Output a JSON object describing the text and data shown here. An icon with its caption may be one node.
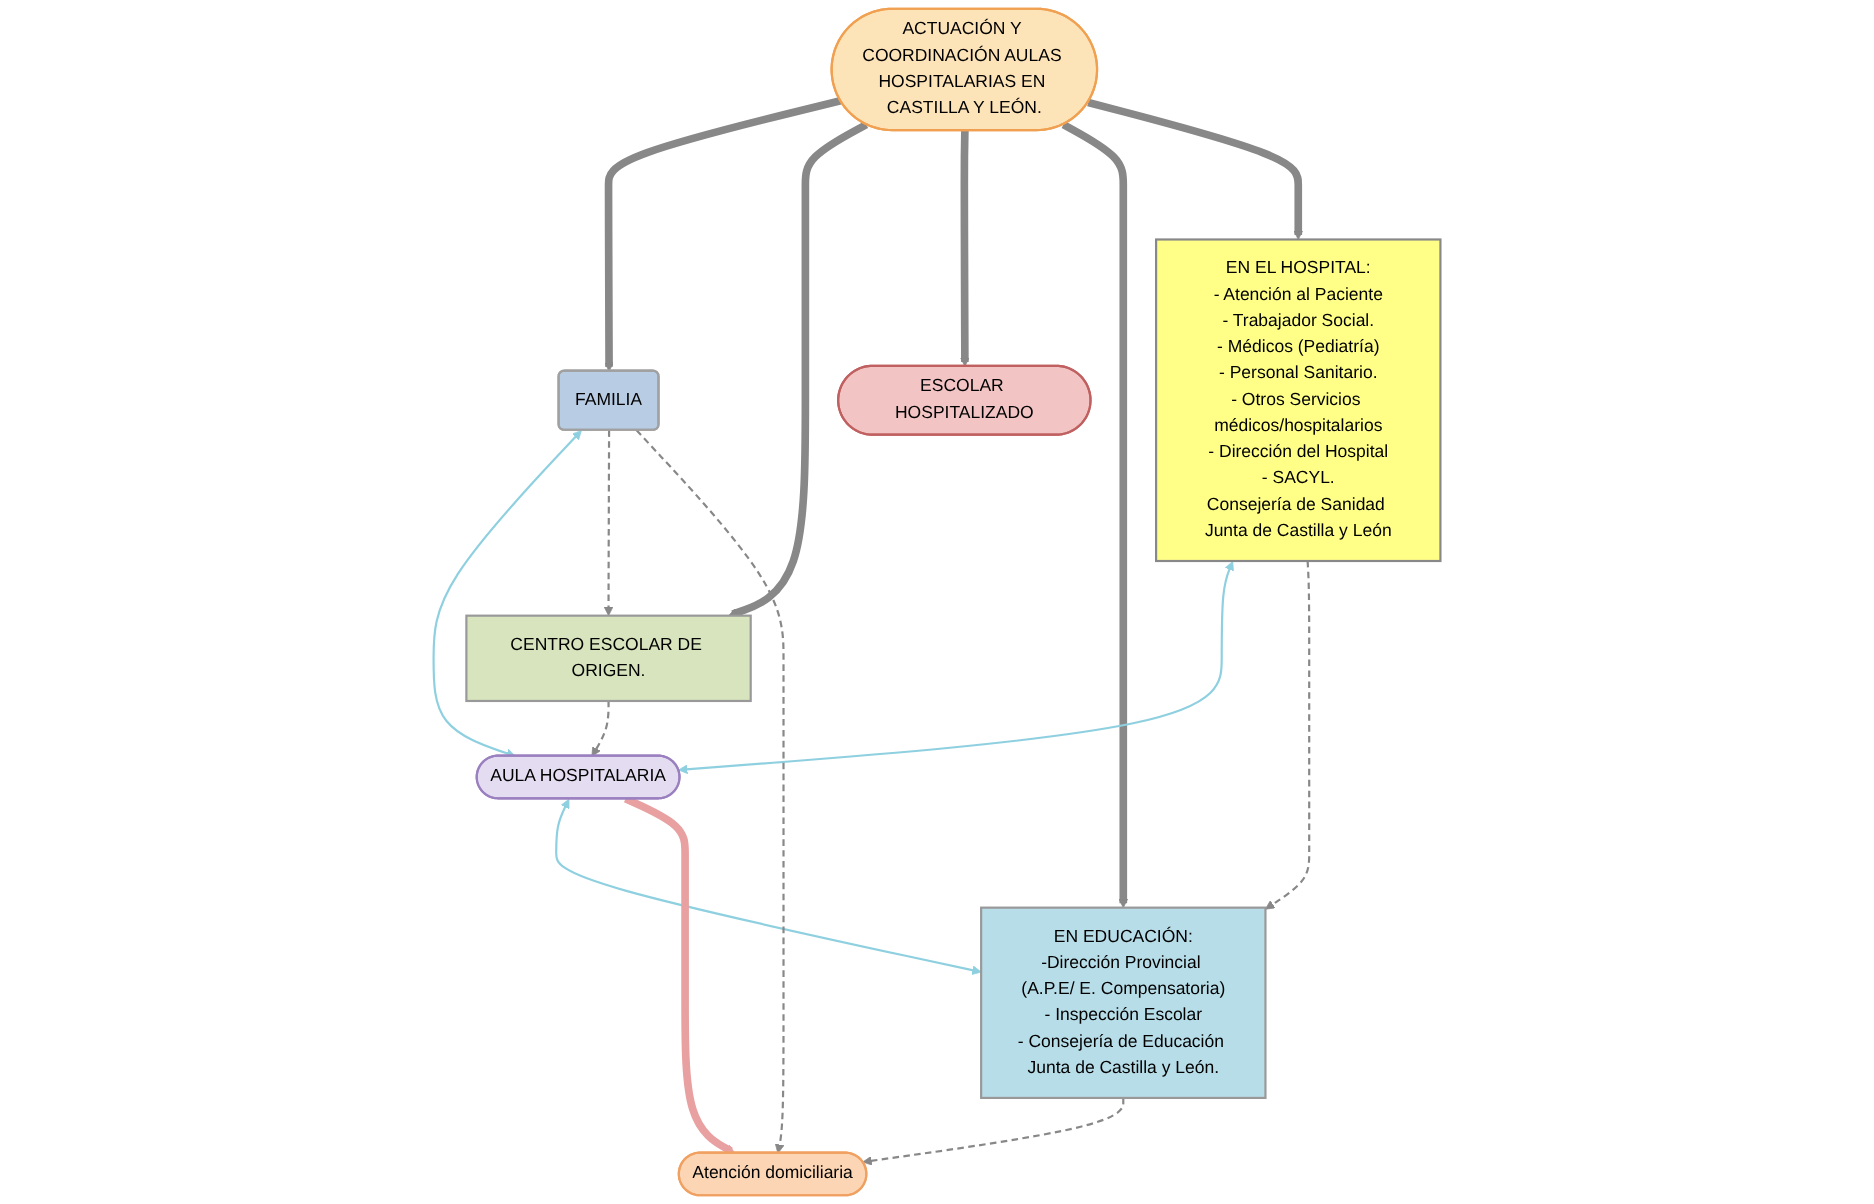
{
  "diagram": {
    "nodes": [
      {
        "text": [
          "ACTUACIÓN Y COORDINACIÓN AULAS HOSPITALARIAS EN CASTILLA Y LEÓN."
        ]
      },
      {
        "text": [
          "EN EL HOSPITAL:",
          "- Atención al Paciente",
          "- Trabajador Social.",
          "- Médicos (Pediatría)",
          "- Personal Sanitario.",
          "- Otros Servicios médicos/hospitalarios",
          "- Dirección del Hospital",
          "- SACYL.",
          "Consejería de Sanidad Junta de Castilla y León"
        ]
      },
      {
        "text": [
          "FAMILIA"
        ]
      },
      {
        "text": [
          "ESCOLAR HOSPITALIZADO"
        ]
      },
      {
        "text": [
          "CENTRO ESCOLAR DE ORIGEN."
        ]
      },
      {
        "text": [
          "AULA HOSPITALARIA"
        ]
      },
      {
        "text": [
          "EN EDUCACIÓN:",
          "-Dirección Provincial (A.P.E/ E. Compensatoria)",
          "- Inspección Escolar",
          "- Consejería de Educación Junta de Castilla y León."
        ]
      },
      {
        "text": [
          "Atención domiciliaria"
        ]
      }
    ],
    "edges": [
      {
        "from": 0,
        "to": 2,
        "arrow": "to",
        "style": "thick"
      },
      {
        "from": 0,
        "to": 4,
        "arrow": "to",
        "style": "thick"
      },
      {
        "from": 0,
        "to": 3,
        "arrow": "to",
        "style": "thick"
      },
      {
        "from": 0,
        "to": 6,
        "arrow": "to",
        "style": "thick"
      },
      {
        "from": 0,
        "to": 1,
        "arrow": "to",
        "style": "thick"
      },
      {
        "from": 2,
        "to": 5,
        "arrow": "both",
        "color": "#8fd0e0"
      },
      {
        "from": 1,
        "to": 5,
        "arrow": "both",
        "color": "#8fd0e0"
      },
      {
        "from": 5,
        "to": 6,
        "arrow": "both",
        "color": "#8fd0e0"
      },
      {
        "from": 5,
        "to": 7,
        "arrow": "to",
        "color": "#e8a0a0",
        "style": "thick"
      },
      {
        "from": 2,
        "to": 4,
        "arrow": "to",
        "style": "dashed"
      },
      {
        "from": 2,
        "to": 7,
        "arrow": "to",
        "style": "dashed"
      },
      {
        "from": 4,
        "to": 5,
        "arrow": "to",
        "style": "dashed"
      },
      {
        "from": 1,
        "to": 6,
        "arrow": "to",
        "style": "dashed"
      },
      {
        "from": 6,
        "to": 7,
        "arrow": "to",
        "style": "dashed"
      }
    ]
  }
}
